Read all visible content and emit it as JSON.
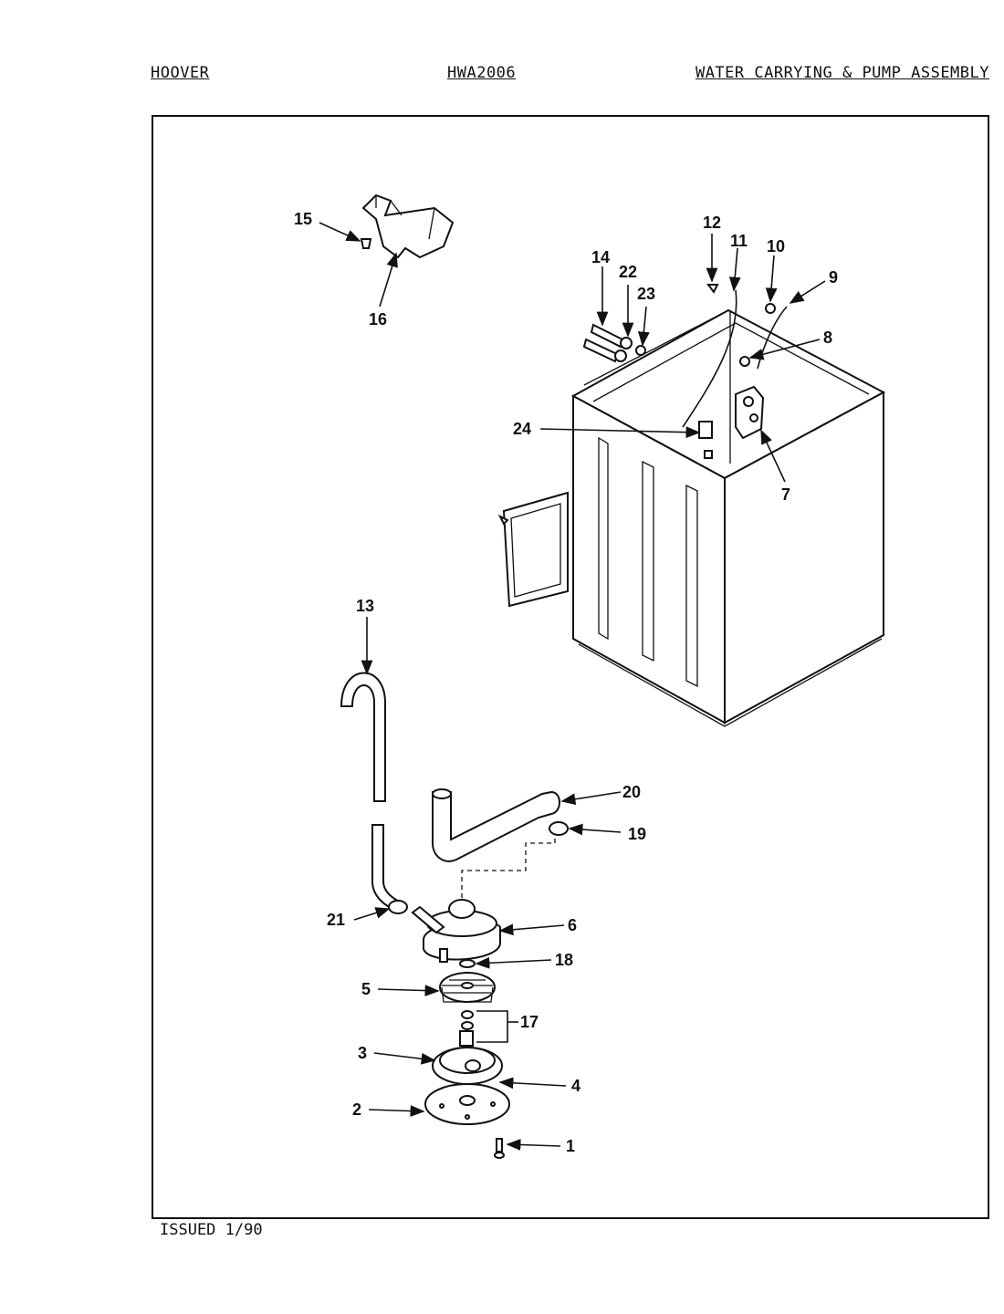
{
  "header": {
    "brand": "HOOVER",
    "model": "HWA2006",
    "section": "WATER CARRYING & PUMP ASSEMBLY"
  },
  "footer": {
    "issued": "ISSUED 1/90"
  },
  "callouts": {
    "c1": "1",
    "c2": "2",
    "c3": "3",
    "c4": "4",
    "c5": "5",
    "c6": "6",
    "c7": "7",
    "c8": "8",
    "c9": "9",
    "c10": "10",
    "c11": "11",
    "c12": "12",
    "c13": "13",
    "c14": "14",
    "c15": "15",
    "c16": "16",
    "c17": "17",
    "c18": "18",
    "c19": "19",
    "c20": "20",
    "c21": "21",
    "c22": "22",
    "c23": "23",
    "c24": "24"
  }
}
